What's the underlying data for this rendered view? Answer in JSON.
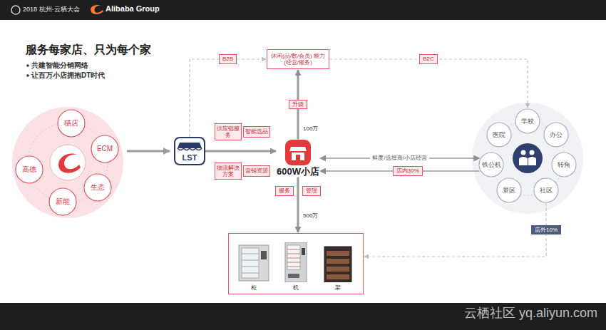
{
  "diagram": {
    "title": "服务每家店、只为每个家",
    "nodes": [
      {
        "text": [
          "猫店"
        ]
      },
      {
        "text": [
          "ECM"
        ]
      },
      {
        "text": [
          "生态"
        ]
      },
      {
        "text": [
          "新能"
        ]
      },
      {
        "text": [
          "高德"
        ]
      },
      {
        "text": [
          "LST"
        ]
      },
      {
        "text": [
          "供应链服务"
        ]
      },
      {
        "text": [
          "智能选品"
        ]
      },
      {
        "text": [
          "物流解决方案"
        ]
      },
      {
        "text": [
          "营销资源"
        ]
      },
      {
        "text": [
          "600W小店"
        ]
      },
      {
        "text": [
          "休闲(品/数/会员) 能力(经营/服务)"
        ]
      },
      {
        "text": [
          "服务"
        ]
      },
      {
        "text": [
          "管理"
        ]
      },
      {
        "text": [
          "柜",
          "机",
          "架"
        ]
      },
      {
        "text": [
          "学校"
        ]
      },
      {
        "text": [
          "办公"
        ]
      },
      {
        "text": [
          "转角"
        ]
      },
      {
        "text": [
          "社区"
        ]
      },
      {
        "text": [
          "景区"
        ]
      },
      {
        "text": [
          "铁公机"
        ]
      },
      {
        "text": [
          "医院"
        ]
      }
    ],
    "edges": [
      {
        "from": 5,
        "to": 10,
        "arrow": "to"
      },
      {
        "from": 5,
        "to": 11,
        "label": "B2B",
        "arrow": "to"
      },
      {
        "from": 11,
        "to": 15,
        "label": "B2C",
        "arrow": "to"
      },
      {
        "from": 10,
        "to": 11,
        "label": "升级",
        "arrow": "to"
      },
      {
        "from": 10,
        "to": 14,
        "arrow": "to"
      },
      {
        "from": 10,
        "to": 20,
        "label": "鲜度/选择商/小店经营",
        "arrow": "both"
      },
      {
        "from": 20,
        "to": 10,
        "label": "店内30%",
        "arrow": "to"
      },
      {
        "from": 18,
        "to": 14,
        "label": "店外10%",
        "arrow": "to"
      }
    ],
    "labels": [
      "2018 杭州·云栖大会",
      "Alibaba Group",
      "共建智能分销网络",
      "让百万小店拥抱DT时代",
      "100万",
      "500万",
      "云栖社区 yq.aliyun.com"
    ]
  }
}
